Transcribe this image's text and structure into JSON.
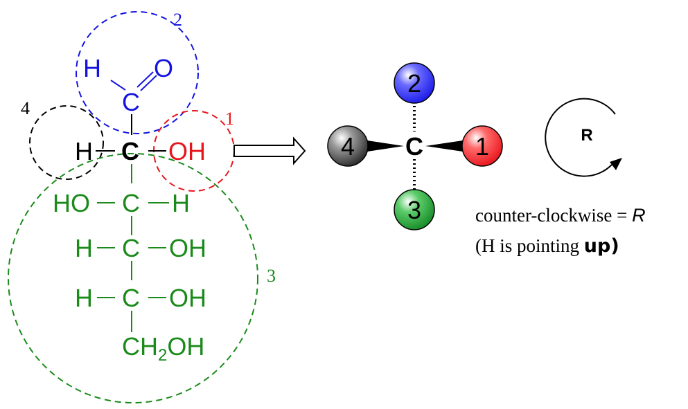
{
  "colors": {
    "group1": "#e8141c",
    "group2": "#1414e0",
    "group3": "#1a8a1a",
    "group4": "#000000",
    "ball1": "#e8141c",
    "ball2": "#2a2af0",
    "ball3": "#1a9a2a",
    "ball4": "#404040"
  },
  "fischer": {
    "aldehyde_h": "H",
    "aldehyde_o": "O",
    "aldehyde_c": "C",
    "c2_h": "H",
    "c2_c": "C",
    "c2_oh": "OH",
    "c3_left": "HO",
    "c3_c": "C",
    "c3_right": "H",
    "c4_left": "H",
    "c4_c": "C",
    "c4_right": "OH",
    "c5_left": "H",
    "c5_c": "C",
    "c5_right": "OH",
    "c6_ch": "CH",
    "c6_sub": "2",
    "c6_oh": "OH"
  },
  "circle_labels": {
    "one": "1",
    "two": "2",
    "three": "3",
    "four": "4"
  },
  "model": {
    "center": "C",
    "ball_top": "2",
    "ball_bottom": "3",
    "ball_left": "4",
    "ball_right": "1"
  },
  "rotation_label": "R",
  "caption": {
    "line1_text": "counter-clockwise = ",
    "line1_italic": "R",
    "line2_text": "(H is pointing ",
    "line2_bold": "up)"
  }
}
